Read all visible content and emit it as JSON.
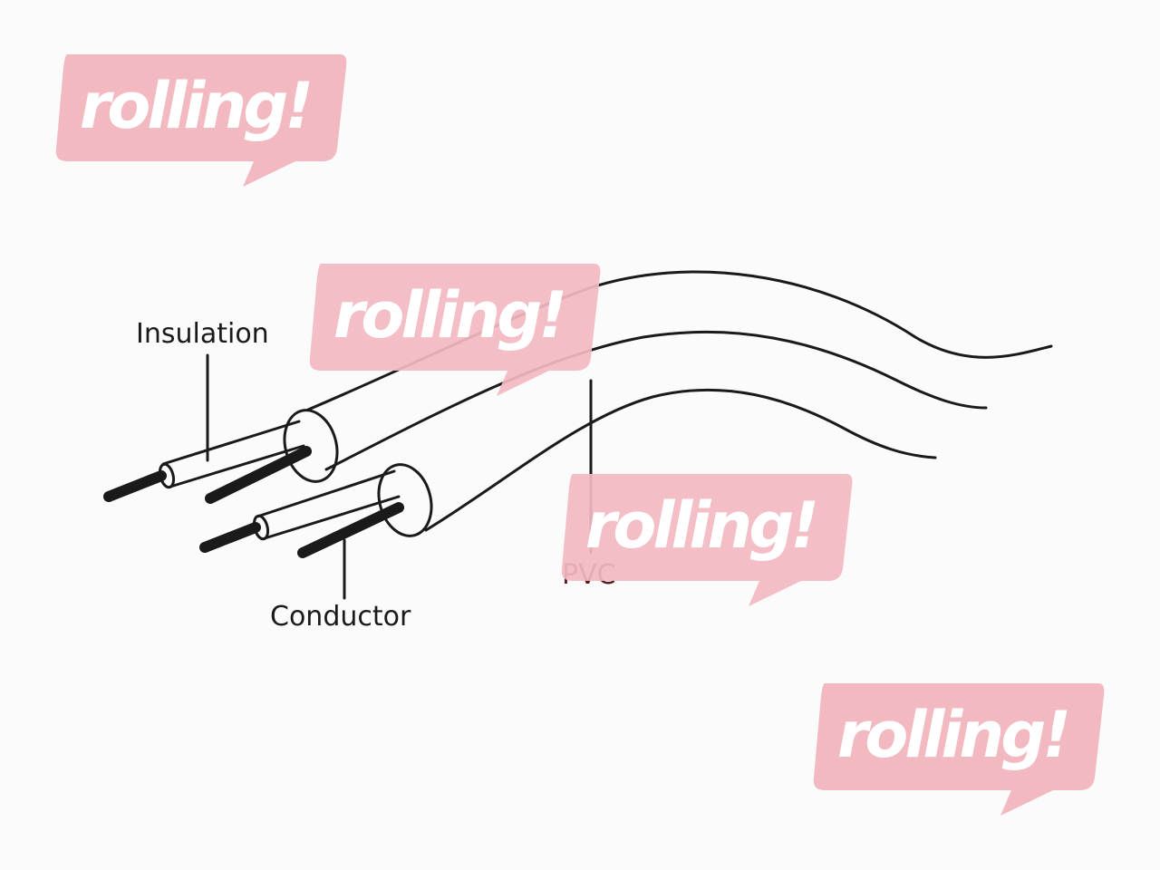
{
  "labels": {
    "insulation": "Insulation",
    "conductor": "Conductor",
    "pvc": "PVC"
  },
  "watermark": {
    "text": "rolling!",
    "color": "#f2b9c0"
  },
  "colors": {
    "background": "#fbfbfb",
    "line": "#1a1a1a"
  }
}
